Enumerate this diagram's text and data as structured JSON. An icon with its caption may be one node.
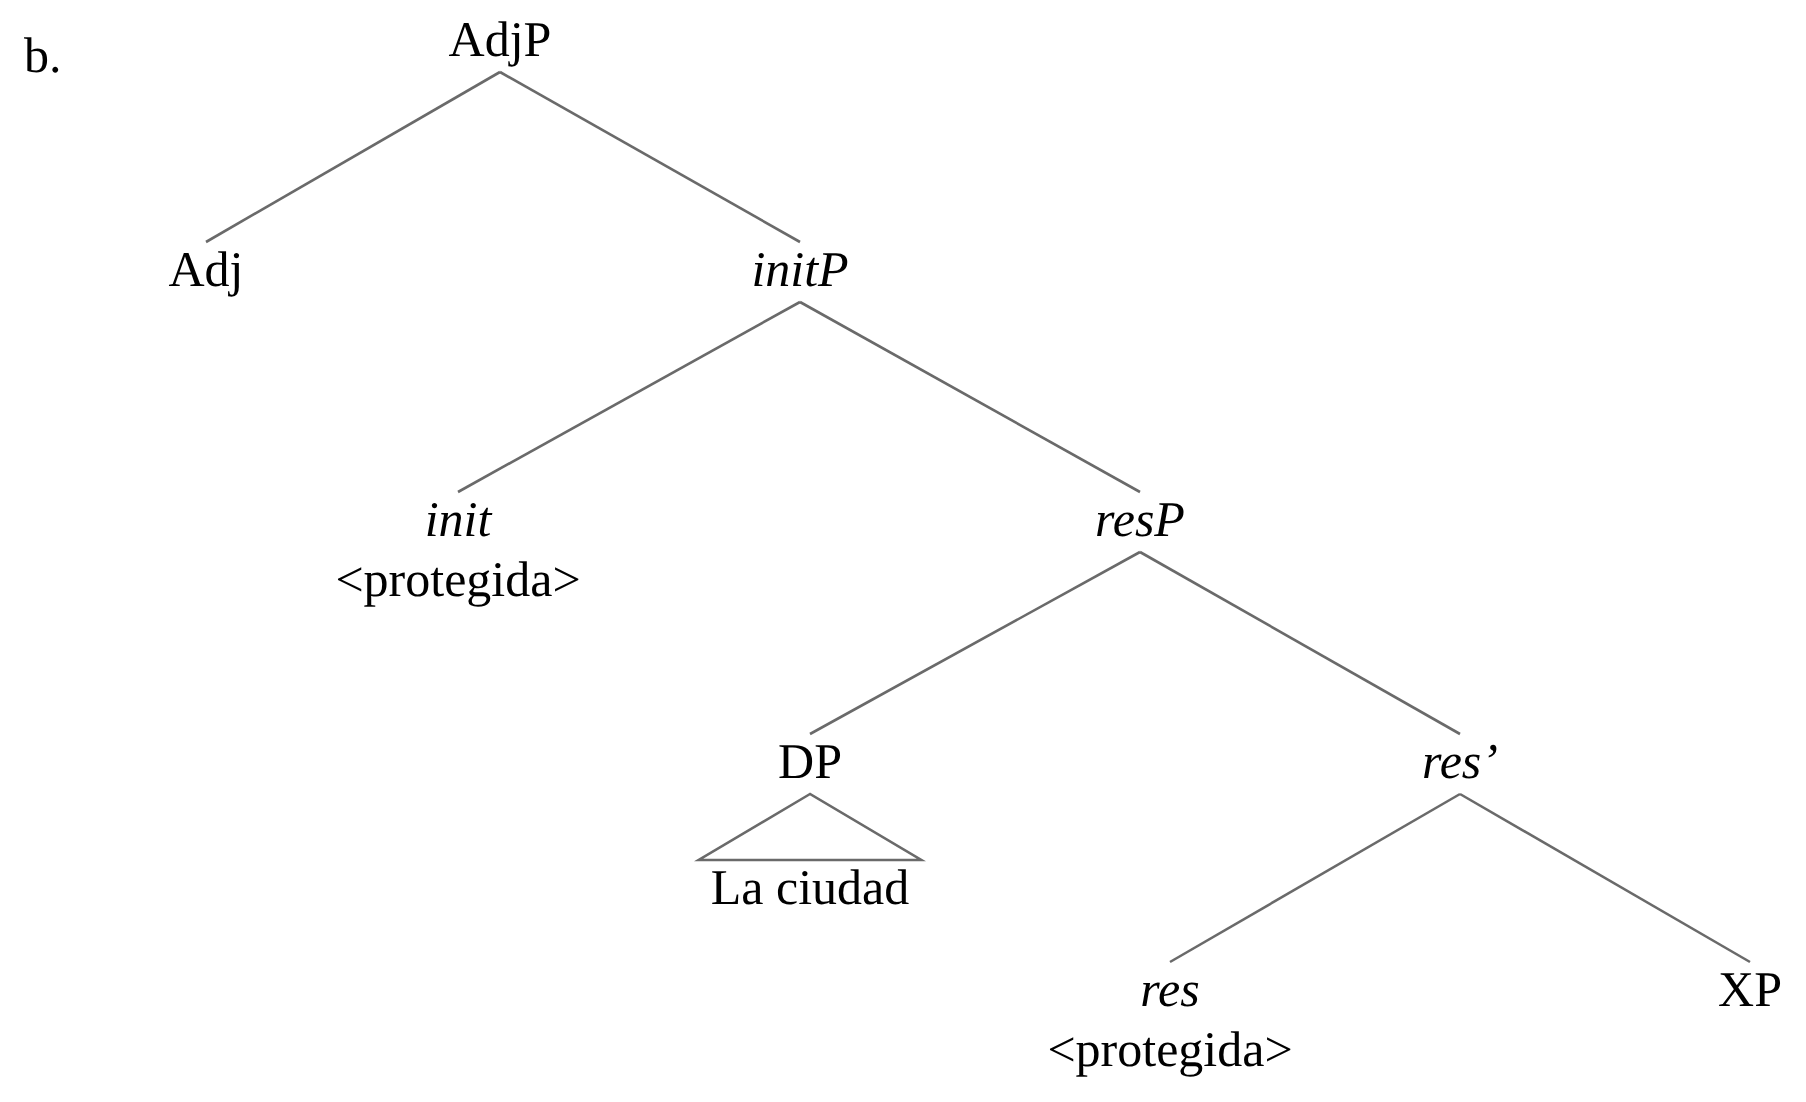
{
  "diagram": {
    "nodes": [
      {
        "text": [
          "AdjP"
        ]
      },
      {
        "text": [
          "Adj"
        ]
      },
      {
        "text": [
          "initP"
        ]
      },
      {
        "text": [
          "init",
          "<protegida>"
        ]
      },
      {
        "text": [
          "resP"
        ]
      },
      {
        "text": [
          "DP"
        ]
      },
      {
        "text": [
          "La ciudad"
        ]
      },
      {
        "text": [
          "res’"
        ]
      },
      {
        "text": [
          "res",
          "<protegida>"
        ]
      },
      {
        "text": [
          "XP"
        ]
      }
    ],
    "edges": [
      {
        "from": 0,
        "to": 1,
        "arrow": "none"
      },
      {
        "from": 0,
        "to": 2,
        "arrow": "none"
      },
      {
        "from": 2,
        "to": 3,
        "arrow": "none"
      },
      {
        "from": 2,
        "to": 4,
        "arrow": "none"
      },
      {
        "from": 4,
        "to": 5,
        "arrow": "none"
      },
      {
        "from": 4,
        "to": 7,
        "arrow": "none"
      },
      {
        "from": 5,
        "to": 6,
        "arrow": "none"
      },
      {
        "from": 7,
        "to": 8,
        "arrow": "none"
      },
      {
        "from": 7,
        "to": 9,
        "arrow": "none"
      }
    ],
    "labels": [
      "b."
    ]
  }
}
